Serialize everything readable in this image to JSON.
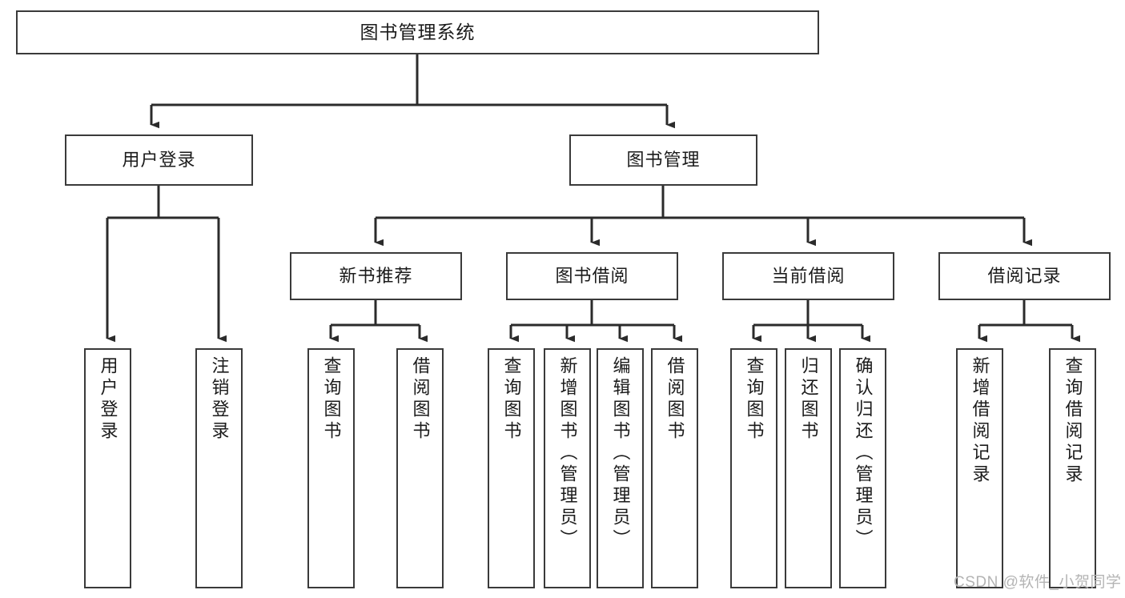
{
  "diagram": {
    "title": "图书管理系统",
    "type": "tree",
    "watermark": "CSDN @软件_小贺同学",
    "colors": {
      "box_border": "#3a3a3a",
      "box_fill": "#ffffff",
      "connector": "#2b2b2b",
      "text": "#1b1b1b",
      "watermark": "#b4b4b4"
    },
    "levels": {
      "root": {
        "label": "图书管理系统"
      },
      "level2": [
        {
          "label": "用户登录"
        },
        {
          "label": "图书管理"
        }
      ],
      "level3": [
        {
          "label": "新书推荐"
        },
        {
          "label": "图书借阅"
        },
        {
          "label": "当前借阅"
        },
        {
          "label": "借阅记录"
        }
      ],
      "leaves": {
        "user_login": [
          {
            "label": "用户登录"
          },
          {
            "label": "注销登录"
          }
        ],
        "new_book_recommend": [
          {
            "label": "查询图书"
          },
          {
            "label": "借阅图书"
          }
        ],
        "book_borrow": [
          {
            "label": "查询图书"
          },
          {
            "label": "新增图书（管理员）"
          },
          {
            "label": "编辑图书（管理员）"
          },
          {
            "label": "借阅图书"
          }
        ],
        "current_borrow": [
          {
            "label": "查询图书"
          },
          {
            "label": "归还图书"
          },
          {
            "label": "确认归还（管理员）"
          }
        ],
        "borrow_record": [
          {
            "label": "新增借阅记录"
          },
          {
            "label": "查询借阅记录"
          }
        ]
      }
    }
  }
}
